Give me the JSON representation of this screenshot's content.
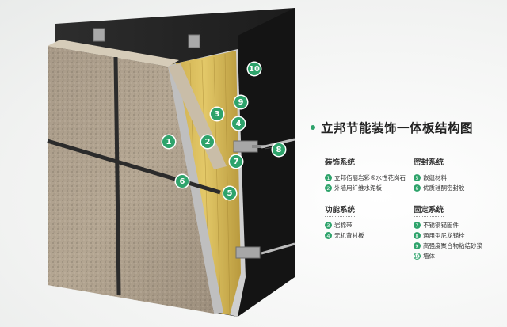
{
  "title": "立邦节能装饰一体板结构图",
  "accent_color": "#2ea36b",
  "callouts": [
    "1",
    "2",
    "3",
    "4",
    "5",
    "6",
    "7",
    "8",
    "9",
    "10"
  ],
  "groups": {
    "decoration": {
      "title": "装饰系统",
      "items": [
        {
          "num": "1",
          "label": "立邦佰丽岩彩®水性花岗石"
        },
        {
          "num": "2",
          "label": "外墙用纤维水泥板"
        }
      ]
    },
    "function": {
      "title": "功能系统",
      "items": [
        {
          "num": "3",
          "label": "岩棉带"
        },
        {
          "num": "4",
          "label": "无机背衬板"
        }
      ]
    },
    "sealing": {
      "title": "密封系统",
      "items": [
        {
          "num": "5",
          "label": "嵌缝材料"
        },
        {
          "num": "6",
          "label": "优质硅酮密封胶"
        }
      ]
    },
    "fixing": {
      "title": "固定系统",
      "items": [
        {
          "num": "7",
          "label": "不锈钢锚固件"
        },
        {
          "num": "8",
          "label": "通用型尼龙锚栓"
        },
        {
          "num": "9",
          "label": "高强度聚合物粘结砂浆"
        },
        {
          "num": "10",
          "label": "墙体"
        }
      ]
    }
  }
}
